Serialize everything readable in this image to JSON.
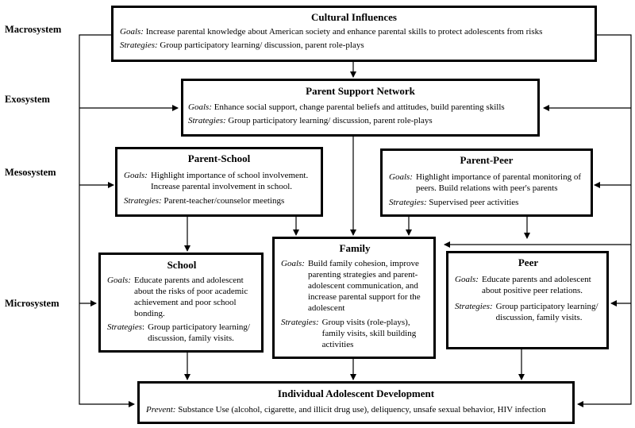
{
  "levels": {
    "macro": "Macrosystem",
    "exo": "Exosystem",
    "meso": "Mesosystem",
    "micro": "Microsystem"
  },
  "labels": {
    "goals": "Goals:",
    "strategies": "Strategies:",
    "strategies_school": "Strategies",
    "prevent": "Prevent:"
  },
  "cultural": {
    "title": "Cultural Influences",
    "goals": "Increase parental knowledge about American society and enhance parental skills to protect adolescents from risks",
    "strategies": "Group participatory learning/ discussion, parent role-plays"
  },
  "support": {
    "title": "Parent Support Network",
    "goals": "Enhance social support, change parental beliefs and attitudes, build parenting skills",
    "strategies": "Group participatory learning/ discussion, parent role-plays"
  },
  "parent_school": {
    "title": "Parent-School",
    "goals": "Highlight importance of school involvement. Increase parental involvement in school.",
    "strategies": "Parent-teacher/counselor meetings"
  },
  "parent_peer": {
    "title": "Parent-Peer",
    "goals": "Highlight importance of parental monitoring of peers. Build relations with peer's parents",
    "strategies": "Supervised peer activities"
  },
  "school": {
    "title": "School",
    "goals": "Educate parents and adolescent about the risks of poor academic achievement and poor school bonding.",
    "strategies": "Group participatory learning/ discussion, family visits."
  },
  "family": {
    "title": "Family",
    "goals": "Build family cohesion, improve parenting strategies and parent-adolescent communication, and increase parental support for the adolescent",
    "strategies": "Group visits (role-plays), family visits, skill building activities"
  },
  "peer": {
    "title": "Peer",
    "goals": "Educate parents and adolescent about positive peer relations.",
    "strategies": "Group participatory learning/ discussion, family visits."
  },
  "individual": {
    "title": "Individual Adolescent Development",
    "prevent": "Substance Use (alcohol, cigarette, and illicit drug use), deliquency, unsafe sexual behavior, HIV infection"
  }
}
